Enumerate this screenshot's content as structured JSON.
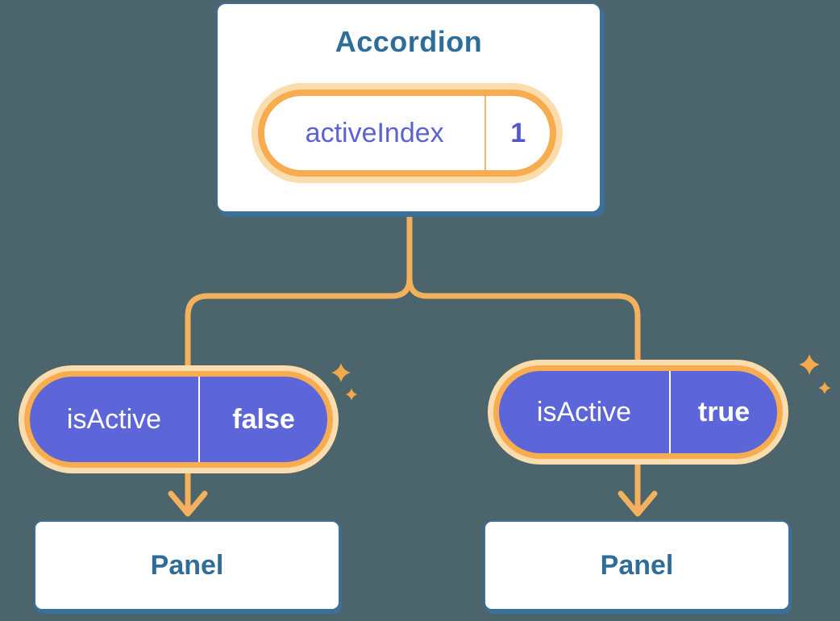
{
  "diagram": {
    "type": "component-tree",
    "colors": {
      "background": "#4C656D",
      "card_border_blue": "#3A7099",
      "heading_blue": "#2E6D99",
      "connector_orange": "#F4B05C",
      "pill_ring_orange": "#F6AC4F",
      "pill_halo_orange": "#FBDCAC",
      "pill_purple": "#5C66D9",
      "state_text_purple": "#5B62D3",
      "sparkle_orange": "#F3A94A"
    },
    "accordion": {
      "title": "Accordion",
      "state": {
        "name": "activeIndex",
        "value": "1"
      }
    },
    "panels": [
      {
        "prop": {
          "name": "isActive",
          "value": "false"
        },
        "label": "Panel"
      },
      {
        "prop": {
          "name": "isActive",
          "value": "true"
        },
        "label": "Panel"
      }
    ],
    "icons": {
      "sparkle": "sparkle-icon"
    }
  }
}
